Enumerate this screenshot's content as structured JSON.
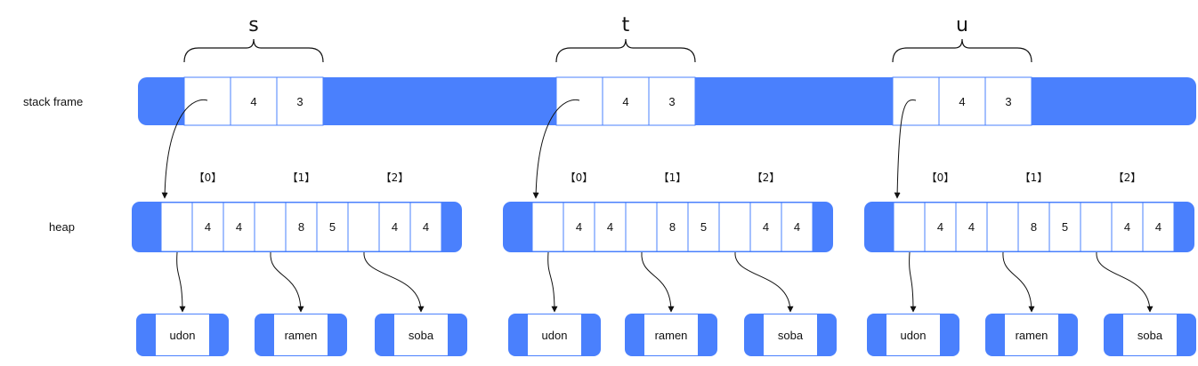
{
  "labels": {
    "stack": "stack frame",
    "heap": "heap"
  },
  "colors": {
    "bar": "#4a80fd",
    "cell": "#ffffff",
    "line": "#111111"
  },
  "variables": [
    {
      "name": "s",
      "stack_cells": [
        "",
        "4",
        "3"
      ],
      "indices": [
        "【0】",
        "【1】",
        "【2】"
      ],
      "heap_cells": [
        "",
        "4",
        "4",
        "",
        "8",
        "5",
        "",
        "4",
        "4"
      ],
      "strings": [
        "udon",
        "ramen",
        "soba"
      ]
    },
    {
      "name": "t",
      "stack_cells": [
        "",
        "4",
        "3"
      ],
      "indices": [
        "【0】",
        "【1】",
        "【2】"
      ],
      "heap_cells": [
        "",
        "4",
        "4",
        "",
        "8",
        "5",
        "",
        "4",
        "4"
      ],
      "strings": [
        "udon",
        "ramen",
        "soba"
      ]
    },
    {
      "name": "u",
      "stack_cells": [
        "",
        "4",
        "3"
      ],
      "indices": [
        "【0】",
        "【1】",
        "【2】"
      ],
      "heap_cells": [
        "",
        "4",
        "4",
        "",
        "8",
        "5",
        "",
        "4",
        "4"
      ],
      "strings": [
        "udon",
        "ramen",
        "soba"
      ]
    }
  ]
}
